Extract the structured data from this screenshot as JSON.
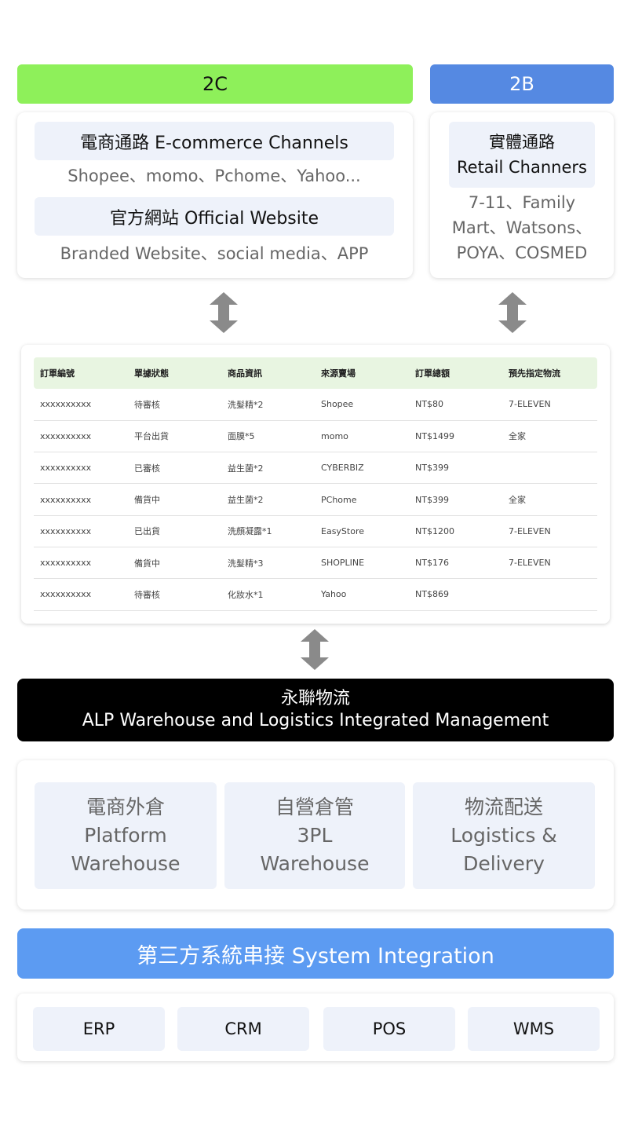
{
  "top": {
    "c2c_label": "2C",
    "b2b_label": "2B"
  },
  "c2c": {
    "channel1_title": "電商通路 E-commerce Channels",
    "channel1_sub": "Shopee、momo、Pchome、Yahoo...",
    "channel2_title": "官方網站 Official Website",
    "channel2_sub": "Branded Website、social media、APP"
  },
  "b2b": {
    "title_zh": "實體通路",
    "title_en": "Retail Channers",
    "sub_line1": "7-11、Family",
    "sub_line2": "Mart、Watsons、",
    "sub_line3": "POYA、COSMED"
  },
  "table": {
    "headers": [
      "訂單編號",
      "單據狀態",
      "商品資訊",
      "來源賣場",
      "訂單總額",
      "預先指定物流"
    ],
    "rows": [
      [
        "xxxxxxxxxx",
        "待審核",
        "洗髮精*2",
        "Shopee",
        "NT$80",
        "7-ELEVEN"
      ],
      [
        "xxxxxxxxxx",
        "平台出貨",
        "面膜*5",
        "momo",
        "NT$1499",
        "全家"
      ],
      [
        "xxxxxxxxxx",
        "已審核",
        "益生菌*2",
        "CYBERBIZ",
        "NT$399",
        ""
      ],
      [
        "xxxxxxxxxx",
        "備貨中",
        "益生菌*2",
        "PChome",
        "NT$399",
        "全家"
      ],
      [
        "xxxxxxxxxx",
        "已出貨",
        "洗顏凝露*1",
        "EasyStore",
        "NT$1200",
        "7-ELEVEN"
      ],
      [
        "xxxxxxxxxx",
        "備貨中",
        "洗髮精*3",
        "SHOPLINE",
        "NT$176",
        "7-ELEVEN"
      ],
      [
        "xxxxxxxxxx",
        "待審核",
        "化妝水*1",
        "Yahoo",
        "NT$869",
        ""
      ]
    ]
  },
  "alp": {
    "title_zh": "永聯物流",
    "title_en": "ALP  Warehouse and Logistics Integrated Management"
  },
  "services": [
    {
      "zh": "電商外倉",
      "en1": "Platform",
      "en2": "Warehouse"
    },
    {
      "zh": "自營倉管",
      "en1": "3PL",
      "en2": "Warehouse"
    },
    {
      "zh": "物流配送",
      "en1": "Logistics &",
      "en2": "Delivery"
    }
  ],
  "integration": {
    "title": "第三方系統串接 System Integration",
    "systems": [
      "ERP",
      "CRM",
      "POS",
      "WMS"
    ]
  },
  "colors": {
    "c2c_header": "#8ef05a",
    "b2b_header": "#5589e2",
    "integration_bar": "#5c9bf2",
    "alp_banner": "#000000",
    "arrow": "#8a8a8a"
  },
  "icons": {
    "arrow": "double-vertical-arrow-icon"
  }
}
